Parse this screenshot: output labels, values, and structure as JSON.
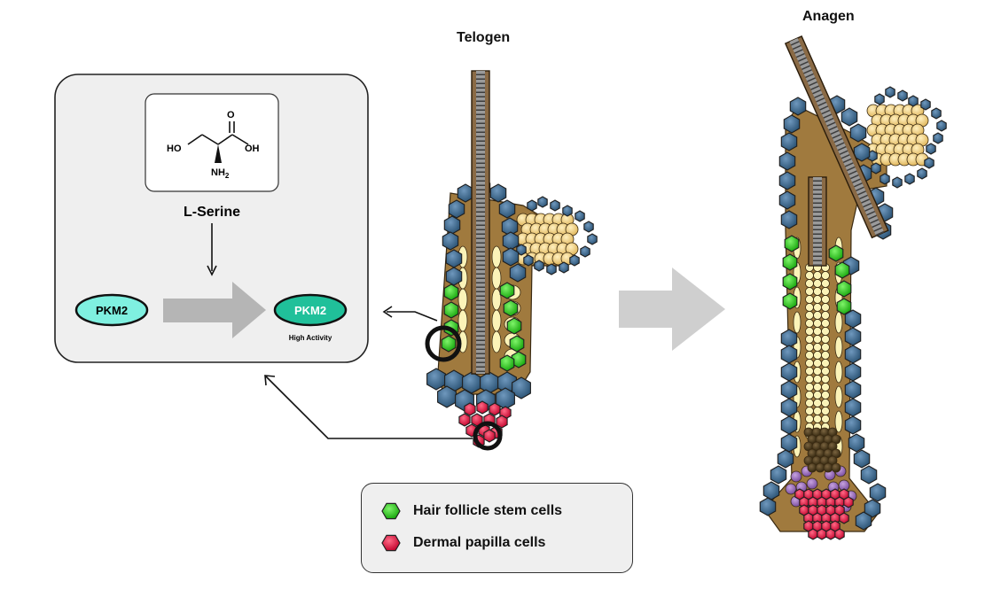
{
  "stages": {
    "telogen": "Telogen",
    "anagen": "Anagen"
  },
  "pathway": {
    "molecule": {
      "oh_label": "OH",
      "ho_label": "HO",
      "o_label": "O",
      "nh2_label": "NH",
      "nh2_sub": "2",
      "name": "L-Serine"
    },
    "enzyme_left": "PKM2",
    "enzyme_right": "PKM2",
    "activity_note": "High Activity"
  },
  "legend": {
    "items": [
      {
        "label": "Hair follicle stem cells",
        "color": "#33dd22"
      },
      {
        "label": "Dermal papilla cells",
        "color": "#ee1144"
      }
    ]
  },
  "colors": {
    "outer_sheath": "#3f6f99",
    "sebaceous": "#f4d58a",
    "inner_cells": "#fbf3b8",
    "hair_shaft": "#8a6a45",
    "stem": "#33dd22",
    "papilla": "#ee1144",
    "matrix_purple": "#9a6bbd",
    "matrix_dark": "#4b3a1e",
    "tissue_brown": "#a07a3e",
    "pkm2_light": "#7ff0e0",
    "pkm2_dark": "#20c09a",
    "arrow_gray": "#b5b5b5"
  }
}
